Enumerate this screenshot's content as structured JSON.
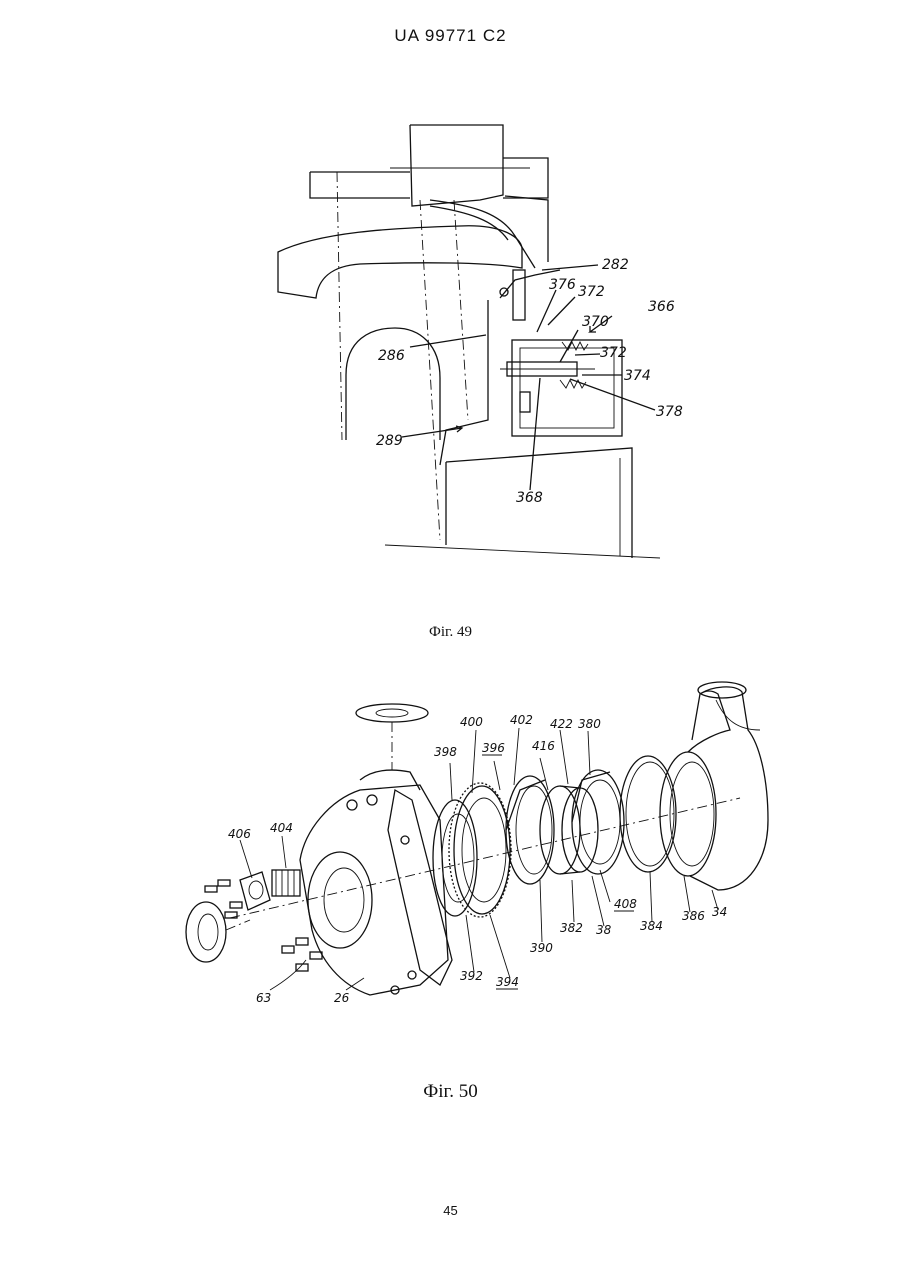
{
  "header": {
    "patent_number": "UA 99771 C2"
  },
  "figure49": {
    "caption": "Фіг. 49",
    "labels": {
      "l282": "282",
      "l376": "376",
      "l372a": "372",
      "l366": "366",
      "l370": "370",
      "l372b": "372",
      "l286": "286",
      "l374": "374",
      "l378": "378",
      "l289": "289",
      "l368": "368"
    }
  },
  "figure50": {
    "caption": "Фіг. 50",
    "labels": {
      "l400": "400",
      "l402": "402",
      "l422": "422",
      "l380": "380",
      "l398": "398",
      "l396": "396",
      "l416": "416",
      "l406": "406",
      "l404": "404",
      "l408": "408",
      "l382": "382",
      "l38": "38",
      "l384": "384",
      "l386": "386",
      "l34": "34",
      "l390": "390",
      "l392": "392",
      "l394": "394",
      "l63": "63",
      "l26": "26"
    }
  },
  "page_number": "45"
}
